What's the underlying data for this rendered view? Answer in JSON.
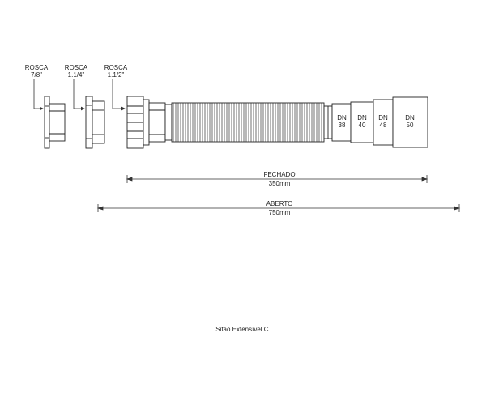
{
  "labels": {
    "rosca_1": {
      "line1": "ROSCA",
      "line2": "7/8\""
    },
    "rosca_2": {
      "line1": "ROSCA",
      "line2": "1.1/4\""
    },
    "rosca_3": {
      "line1": "ROSCA",
      "line2": "1.1/2\""
    }
  },
  "sections": [
    {
      "dn": "DN",
      "size": "38"
    },
    {
      "dn": "DN",
      "size": "40"
    },
    {
      "dn": "DN",
      "size": "48"
    },
    {
      "dn": "DN",
      "size": "50"
    }
  ],
  "dimensions": {
    "closed": {
      "label": "FECHADO",
      "value": "350mm"
    },
    "open": {
      "label": "ABERTO",
      "value": "750mm"
    }
  },
  "caption": "Sifão Extensível C."
}
